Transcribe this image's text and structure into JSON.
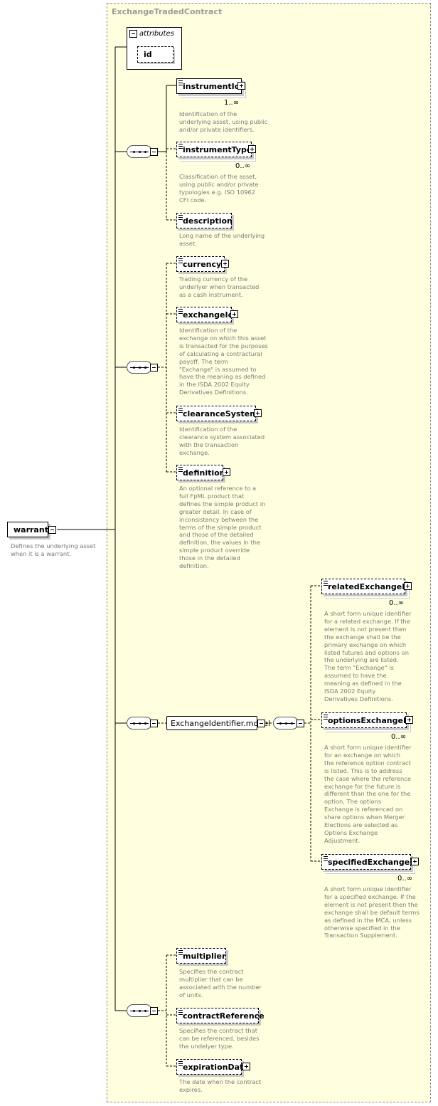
{
  "container": {
    "title": "ExchangeTradedContract"
  },
  "attributes": {
    "title": "attributes",
    "items": [
      "id"
    ]
  },
  "root": {
    "name": "warrant",
    "doc": [
      "Defines the underlying asset",
      "when it is a warrant."
    ]
  },
  "group": {
    "name": "ExchangeIdentifier.model"
  },
  "elements": [
    {
      "name": "instrumentId",
      "card": "1..∞",
      "doc": [
        "Identification of the",
        "underlying asset, using public",
        "and/or private identifiers."
      ]
    },
    {
      "name": "instrumentType",
      "card": "0..∞",
      "doc": [
        "Classification of the asset,",
        "using public and/or private",
        "typologies e.g. ISO 10962",
        "CFI code."
      ]
    },
    {
      "name": "description",
      "card": "",
      "doc": [
        "Long name of the underlying",
        "asset."
      ]
    },
    {
      "name": "currency",
      "card": "",
      "doc": [
        "Trading currency of the",
        "underlyer when transacted",
        "as a cash instrument."
      ]
    },
    {
      "name": "exchangeId",
      "card": "",
      "doc": [
        "Identification of the",
        "exchange on which this asset",
        "is transacted for the purposes",
        "of calculating a contractural",
        "payoff. The term",
        "\"Exchange\" is assumed to",
        "have the meaning as defined",
        "in the ISDA 2002 Equity",
        "Derivatives Definitions."
      ]
    },
    {
      "name": "clearanceSystem",
      "card": "",
      "doc": [
        "Identification of the",
        "clearance system associated",
        "with the transaction",
        "exchange."
      ]
    },
    {
      "name": "definition",
      "card": "",
      "doc": [
        "An optional reference to a",
        "full FpML product that",
        "defines the simple product in",
        "greater detail. In case of",
        "inconsistency between the",
        "terms of the simple product",
        "and those of the detailed",
        "definition, the values in the",
        "simple product override",
        "those in the detailed",
        "definition."
      ]
    },
    {
      "name": "relatedExchangeId",
      "card": "0..∞",
      "doc": [
        "A short form unique identifier",
        "for a related exchange. If the",
        "element is not present then",
        "the exchange shall be the",
        "primary exchange on which",
        "listed futures and options on",
        "the underlying are listed.",
        "The term \"Exchange\" is",
        "assumed to have the",
        "meaning as defined in the",
        "ISDA 2002 Equity",
        "Derivatives Definitions."
      ]
    },
    {
      "name": "optionsExchangeId",
      "card": "0..∞",
      "doc": [
        "A short form unique identifier",
        "for an exchange on which",
        "the reference option contract",
        "is listed. This is to address",
        "the case where the reference",
        "exchange for the future is",
        "different than the one for the",
        "option. The options",
        "Exchange is referenced on",
        "share options when Merger",
        "Elections are selected as",
        "Options Exchange",
        "Adjustment."
      ]
    },
    {
      "name": "specifiedExchangeId",
      "card": "0..∞",
      "doc": [
        "A short form unique identifier",
        "for a specified exchange. If the",
        "element is not present then the",
        "exchange shall be default terms",
        "as defined in the MCA; unless",
        "otherwise specified in the",
        "Transaction Supplement."
      ]
    },
    {
      "name": "multiplier",
      "card": "",
      "doc": [
        "Specifies the contract",
        "multiplier that can be",
        "associated with the number",
        "of units."
      ]
    },
    {
      "name": "contractReference",
      "card": "",
      "doc": [
        "Specifies the contract that",
        "can be referenced, besides",
        "the undelyer type."
      ]
    },
    {
      "name": "expirationDate",
      "card": "",
      "doc": [
        "The date when the contract",
        "expires."
      ]
    }
  ]
}
